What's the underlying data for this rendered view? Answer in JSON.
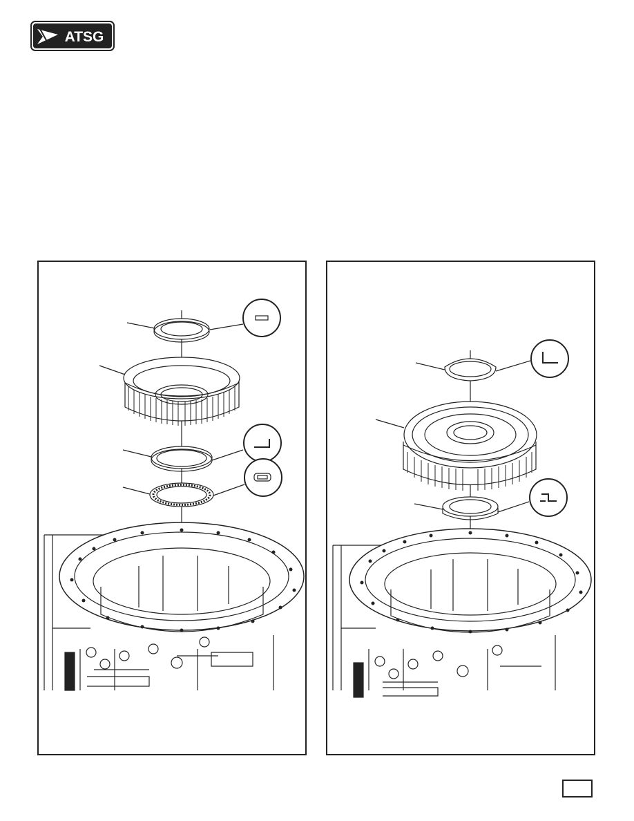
{
  "header": {
    "logo": {
      "text": "ATSG",
      "icon": "atsg-jet-icon"
    }
  },
  "panels": [
    {
      "name": "left-exploded-view",
      "callouts": [
        "flat-washer-profile",
        "angled-washer-profile",
        "bearing-profile"
      ]
    },
    {
      "name": "right-exploded-view",
      "callouts": [
        "angled-washer-profile",
        "stepped-washer-profile"
      ]
    }
  ],
  "colors": {
    "line": "#222222",
    "fill": "#ffffff",
    "logo": "#222222"
  }
}
